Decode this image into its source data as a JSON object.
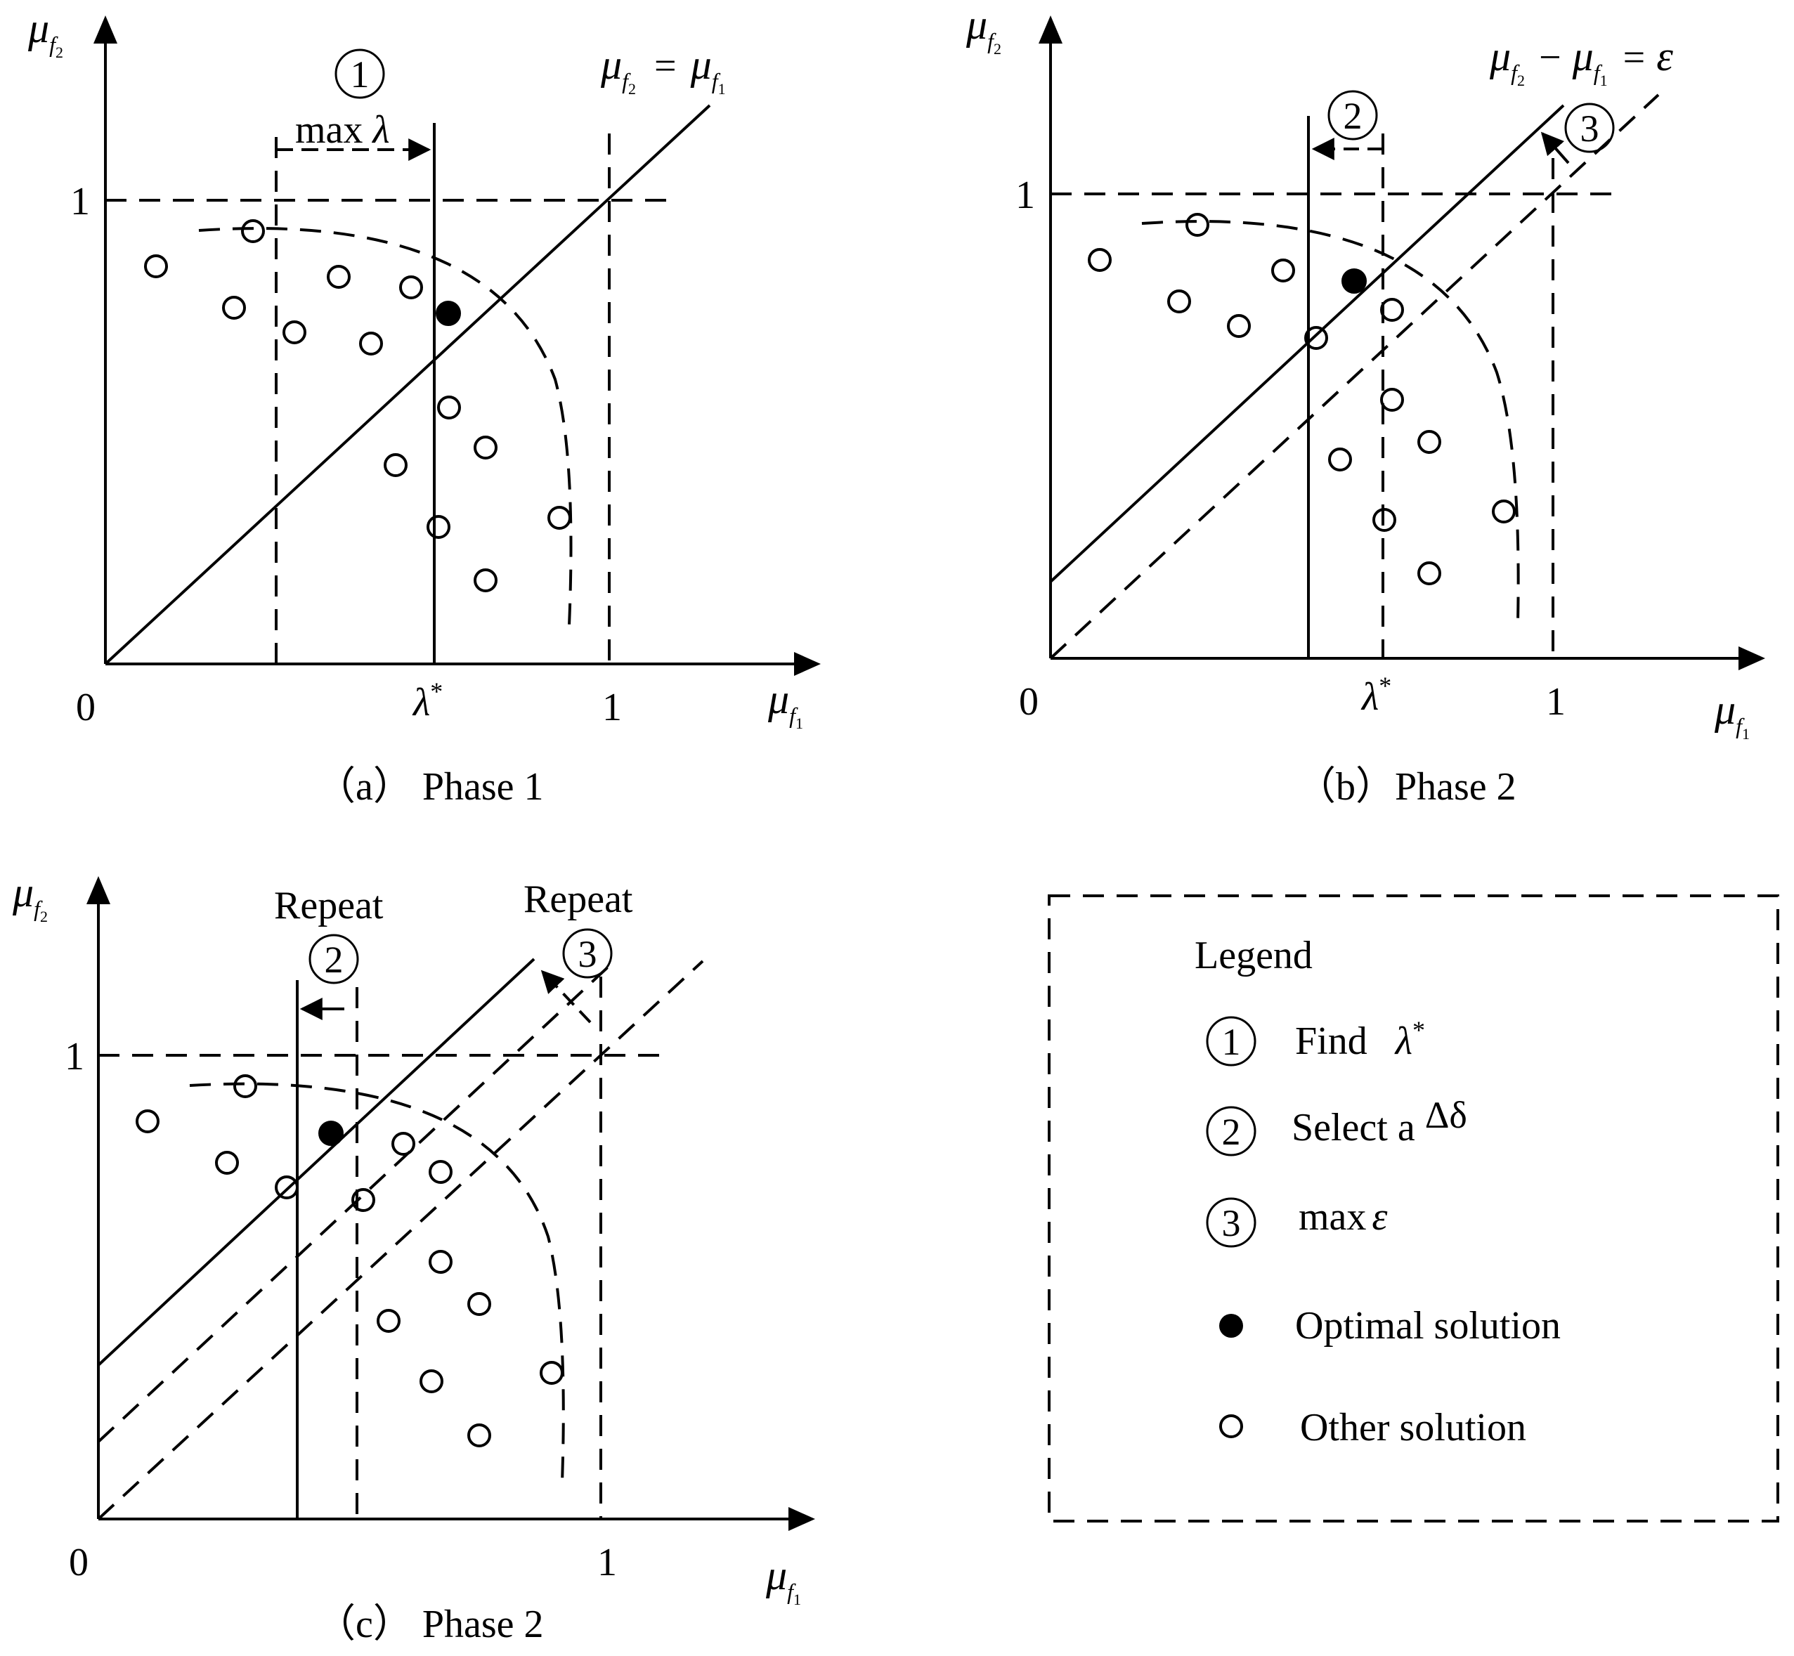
{
  "figure": {
    "legend": {
      "title": "Legend",
      "items": [
        {
          "marker": "①",
          "text": "Find",
          "math": "λ",
          "sup": "*"
        },
        {
          "marker": "②",
          "text": "Select a",
          "math": "Δδ"
        },
        {
          "marker": "③",
          "text": "max",
          "math": "ε"
        },
        {
          "marker": "filled-circle",
          "text": "Optimal solution"
        },
        {
          "marker": "open-circle",
          "text": "Other solution"
        }
      ]
    },
    "axis": {
      "x_symbol": "μ",
      "x_sub": "f",
      "x_subsub": "1",
      "y_symbol": "μ",
      "y_sub": "f",
      "y_subsub": "2",
      "origin": "0",
      "one": "1"
    },
    "panel_a": {
      "caption": "（a） Phase 1",
      "step_marker": "①",
      "step_text": "max",
      "step_math": "λ",
      "lambda_label": "λ",
      "lambda_sup": "*",
      "line_label": {
        "lhs": "μ",
        "lhs_sub": "f",
        "lhs_subsub": "2",
        "op": "=",
        "rhs": "μ",
        "rhs_sub": "f",
        "rhs_subsub": "1"
      }
    },
    "panel_b": {
      "caption": "（b）Phase 2",
      "marker_2": "②",
      "marker_3": "③",
      "lambda_label": "λ",
      "lambda_sup": "*",
      "line_label": {
        "a": "μ",
        "a_sub": "f",
        "a_subsub": "2",
        "minus": "−",
        "b": "μ",
        "b_sub": "f",
        "b_subsub": "1",
        "eq": "=",
        "rhs": "ε"
      }
    },
    "panel_c": {
      "caption": "（c） Phase 2",
      "repeat_left": "Repeat",
      "repeat_right": "Repeat",
      "marker_2": "②",
      "marker_3": "③"
    }
  }
}
